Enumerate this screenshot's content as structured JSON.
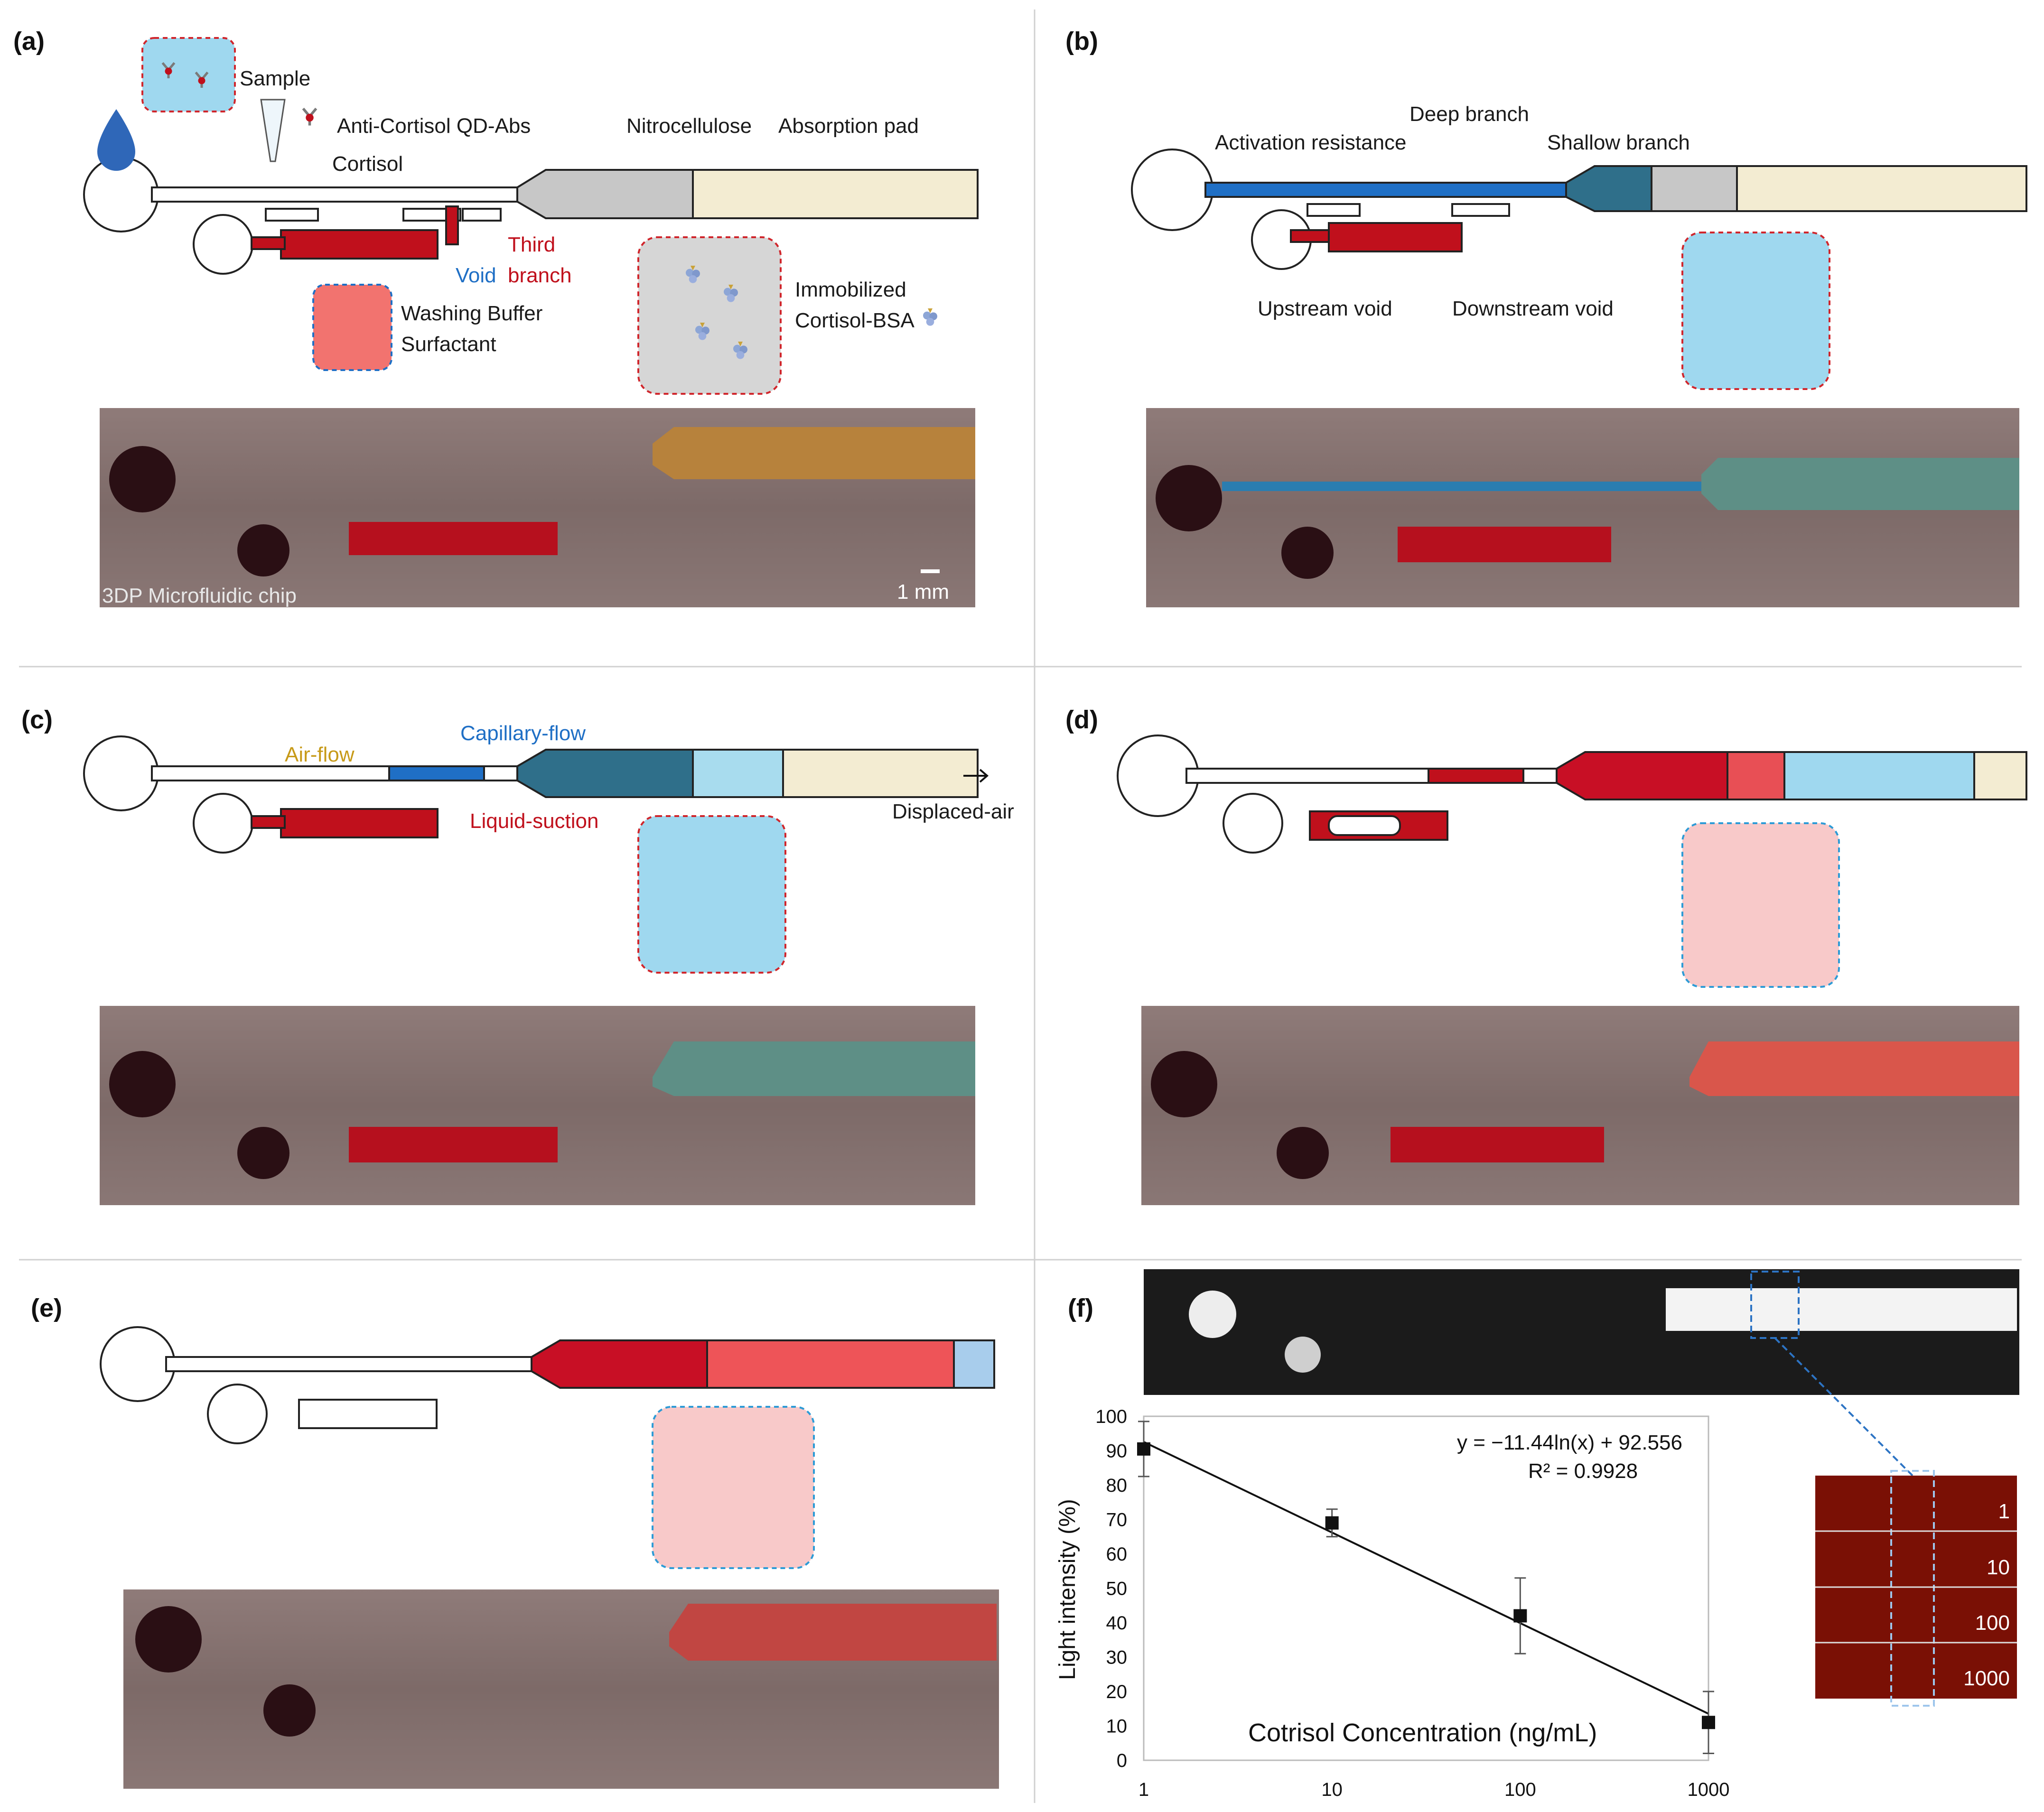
{
  "colors": {
    "blue": "#1f6fc5",
    "red": "#c0101c",
    "sky": "#7fd3ec",
    "nitro": "#c7c7c7",
    "pad": "#f3ecd2",
    "teal": "#2f6f8a",
    "metal": "#8a7574"
  },
  "panels": {
    "a": {
      "label": "(a)",
      "sample": "Sample",
      "qd": "Anti-Cortisol QD-Abs",
      "cortisol": "Cortisol",
      "nitro": "Nitrocellulose",
      "pad": "Absorption pad",
      "void": "Void",
      "third": "Third",
      "branch": "branch",
      "washing": "Washing Buffer",
      "surfactant": "Surfactant",
      "immobilized": "Immobilized",
      "cbsa": "Cortisol-BSA",
      "photo_caption": "3DP Microfluidic chip",
      "scale": "1 mm"
    },
    "b": {
      "label": "(b)",
      "deep": "Deep branch",
      "activation": "Activation resistance",
      "shallow": "Shallow branch",
      "upstream": "Upstream void",
      "downstream": "Downstream void"
    },
    "c": {
      "label": "(c)",
      "capillary": "Capillary-flow",
      "airflow": "Air-flow",
      "suction": "Liquid-suction",
      "displaced": "Displaced-air"
    },
    "d": {
      "label": "(d)"
    },
    "e": {
      "label": "(e)"
    },
    "f": {
      "label": "(f)",
      "equation": "y = −11.44ln(x) + 92.556",
      "r2": "R² = 0.9928",
      "ylabel": "Light intensity (%)",
      "xlabel": "Cotrisol Concentration (ng/mL)",
      "strip_labels": [
        "1",
        "10",
        "100",
        "1000"
      ]
    }
  },
  "chart_data": {
    "type": "scatter",
    "xscale": "log",
    "x_ticks": [
      "1",
      "10",
      "100",
      "1000"
    ],
    "y_ticks": [
      "0",
      "10",
      "20",
      "30",
      "40",
      "50",
      "60",
      "70",
      "80",
      "90",
      "100"
    ],
    "ylim": [
      0,
      100
    ],
    "xlim": [
      1,
      1000
    ],
    "x": [
      1,
      10,
      100,
      1000
    ],
    "y": [
      90.5,
      69,
      42,
      11
    ],
    "err": [
      8,
      4,
      11,
      9
    ],
    "fit": {
      "slope": -11.44,
      "intercept": 92.556
    },
    "xlabel": "Cotrisol Concentration (ng/mL)",
    "ylabel": "Light intensity (%)",
    "grid": false
  }
}
